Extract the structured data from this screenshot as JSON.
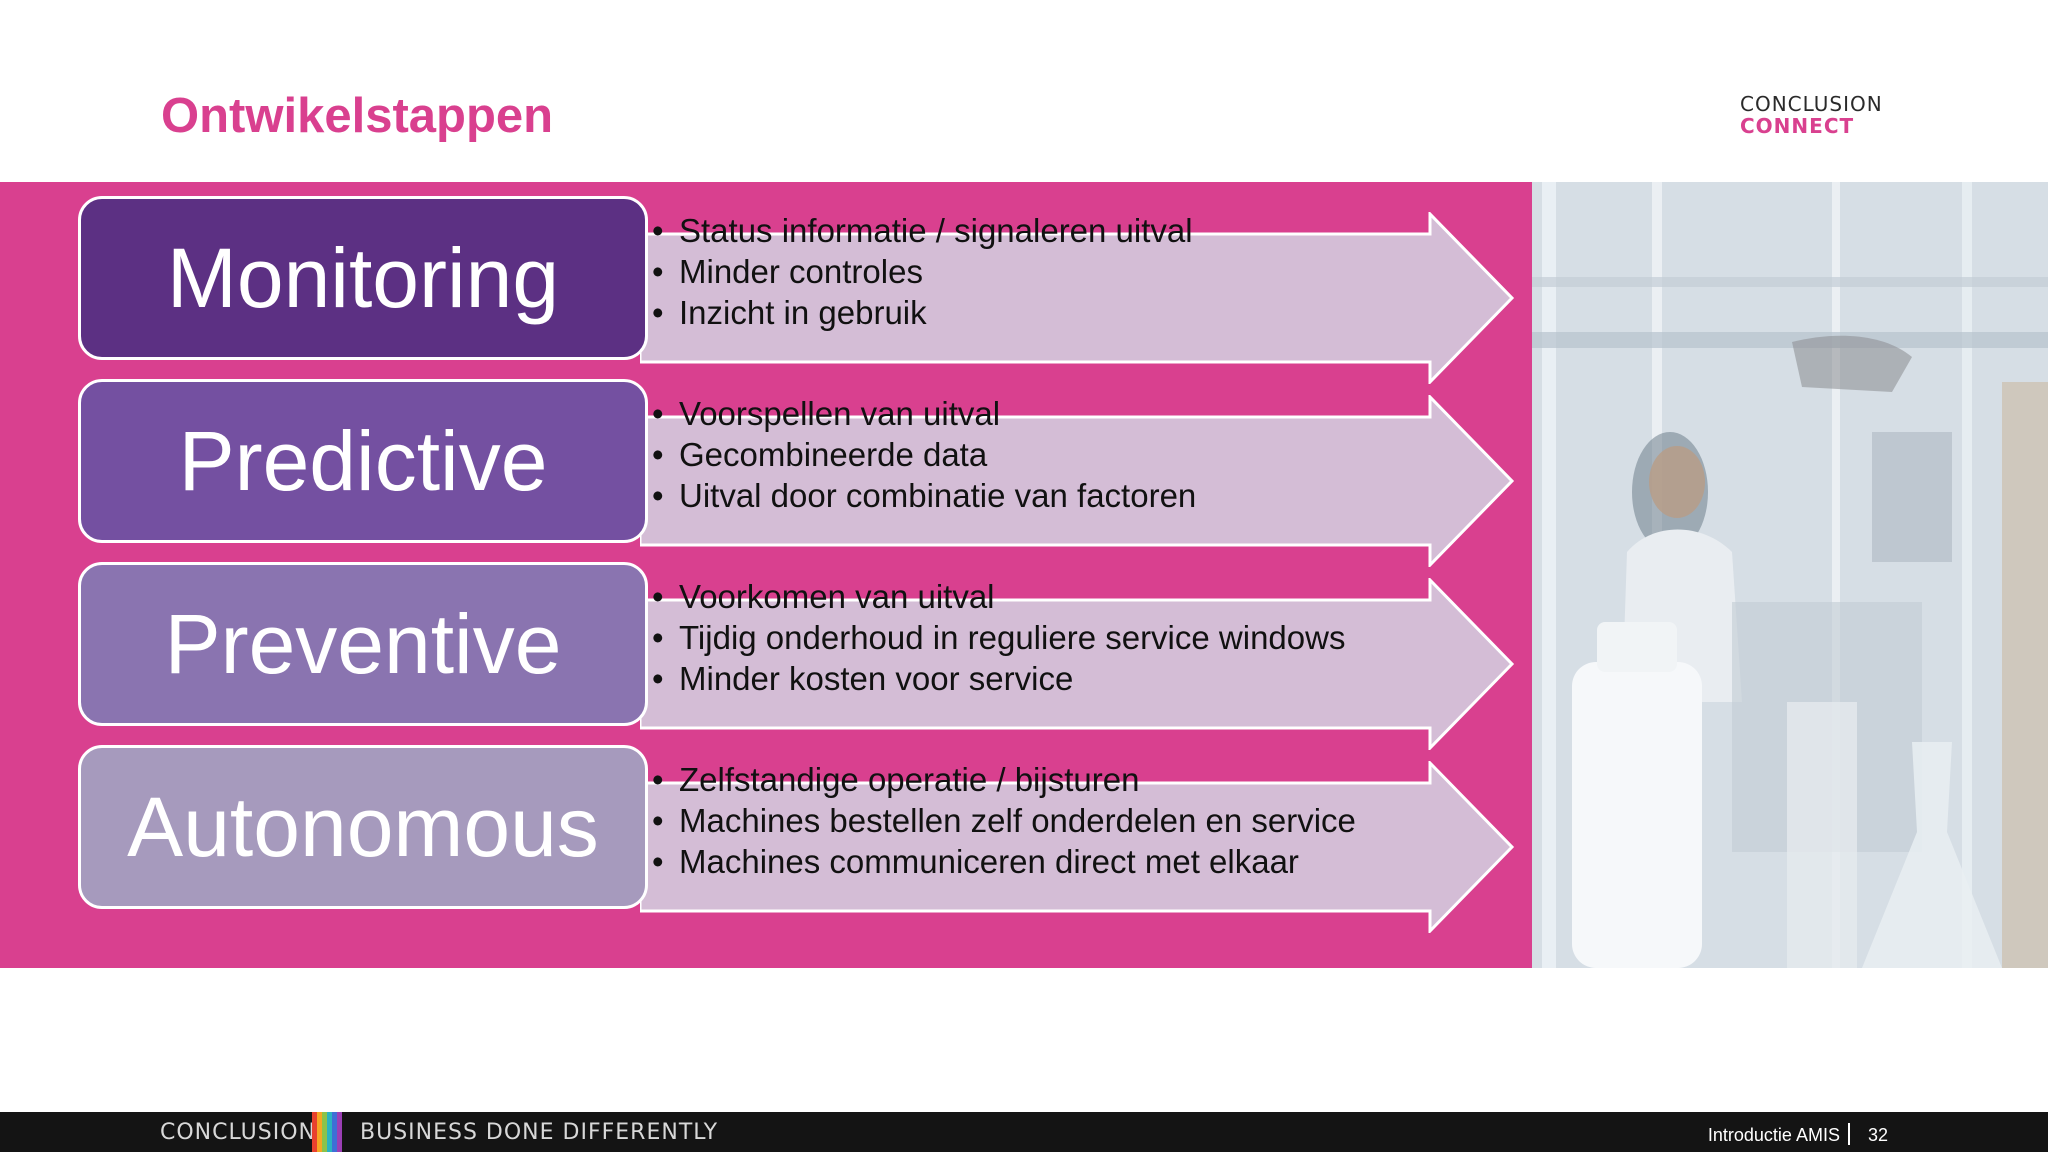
{
  "slide": {
    "title": "Ontwikelstappen",
    "logo": {
      "line1": "CONCLUSION",
      "line2": "CONNECT"
    },
    "colors": {
      "accent": "#d9408f",
      "arrow_fill": "#d4bdd6"
    },
    "steps": [
      {
        "label": "Monitoring",
        "color": "#5c3083",
        "bullets": [
          "Status informatie / signaleren uitval",
          "Minder controles",
          "Inzicht in gebruik"
        ]
      },
      {
        "label": "Predictive",
        "color": "#7450a1",
        "bullets": [
          "Voorspellen van uitval",
          "Gecombineerde data",
          "Uitval door combinatie van factoren"
        ]
      },
      {
        "label": "Preventive",
        "color": "#8a74b0",
        "bullets": [
          "Voorkomen van uitval",
          "Tijdig onderhoud in reguliere service windows",
          "Minder kosten voor service"
        ]
      },
      {
        "label": "Autonomous",
        "color": "#a69abd",
        "bullets": [
          "Zelfstandige operatie / bijsturen",
          "Machines bestellen zelf onderdelen en service",
          "Machines communiceren direct met elkaar"
        ]
      }
    ]
  },
  "footer": {
    "brand": "CONCLUSION",
    "tagline": "BUSINESS DONE DIFFERENTLY",
    "presentation": "Introductie AMIS",
    "page_number": "32",
    "stripe_colors": [
      "#e8412e",
      "#f5a623",
      "#8bc34a",
      "#2bb3c0",
      "#3f6fd6",
      "#9b3fb5"
    ]
  }
}
